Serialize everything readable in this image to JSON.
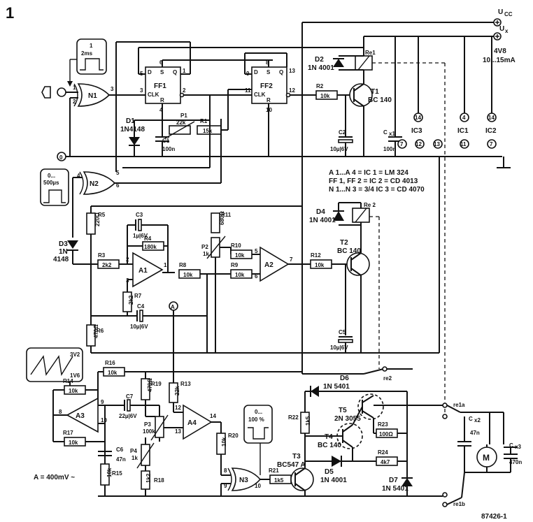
{
  "figure": {
    "number": "1",
    "code": "87426-1"
  },
  "supply": {
    "ucc": "U",
    "ucc_sub": "CC",
    "ux": "U",
    "ux_sub": "x",
    "voltage": "4V8",
    "current": "10...15mA"
  },
  "pulses": {
    "top": {
      "value": "1",
      "unit": "2ms"
    },
    "mid": {
      "value": "0...",
      "unit": "500µs"
    },
    "right": {
      "value": "0...",
      "unit": "100 %"
    },
    "saw": {
      "max": "3V2",
      "min": "1V6"
    }
  },
  "gates": {
    "n1": "N1",
    "n2": "N2",
    "n3": "N3",
    "ff1": "FF1",
    "ff2": "FF2",
    "a1": "A1",
    "a2": "A2",
    "a3": "A3",
    "a4": "A4",
    "ic3": "IC3",
    "ic1": "IC1",
    "ic2": "IC2",
    "clk": "CLK",
    "d": "D",
    "s": "S",
    "r": "R",
    "q": "Q"
  },
  "pins": {
    "n1_in1": "1",
    "n1_in2": "2",
    "n1_out": "3",
    "n2_in1": "4",
    "n2_in2": "5",
    "n2_out": "6",
    "n3_in1": "8",
    "n3_in2": "9",
    "n3_out": "10",
    "ff1_d": "5",
    "ff1_clk": "3",
    "ff1_q": "1",
    "ff1_qn": "2",
    "ff1_r": "4",
    "ff1_s": "6",
    "ff2_d": "9",
    "ff2_clk": "11",
    "ff2_q": "13",
    "ff2_qn": "12",
    "ff2_r": "10",
    "ff2_s": "8",
    "a1_inp": "2",
    "a1_inn": "3",
    "a1_out": "1",
    "a2_inp": "5",
    "a2_inn": "6",
    "a2_out": "7",
    "a3_in1": "8",
    "a3_in2": "9",
    "a3_out": "10",
    "a4_in1": "12",
    "a4_in2": "13",
    "a4_out": "14",
    "ic3_vcc": "14",
    "ic1_vcc": "4",
    "ic2_vcc": "14",
    "gnd7a": "7",
    "gnd12": "12",
    "gnd13": "13",
    "gnd11": "11",
    "gnd7b": "7"
  },
  "components": {
    "r1": "R1",
    "r1v": "15k",
    "p1": "P1",
    "p1v": "22k",
    "c1": "C1",
    "c1v": "100n",
    "d1": "D1",
    "d1v": "1N4148",
    "r2": "R2",
    "r2v": "10k",
    "c2": "C2",
    "c2v": "10µ|6V",
    "d2": "D2",
    "d2v": "1N 4001",
    "t1": "T1",
    "t1v": "BC 140",
    "re1": "Re1",
    "re2": "Re 2",
    "cx1": "C",
    "cx1s": "x1",
    "cx1v": "100n",
    "d3": "D3",
    "d3v1": "1N",
    "d3v2": "4148",
    "r3": "R3",
    "r3v": "2k2",
    "r4": "R4",
    "r4v": "180k",
    "c3": "C3",
    "c3v": "1µ|6V",
    "r5": "R5",
    "r5v": "220Ω",
    "r6": "R6",
    "r6v": "470Ω",
    "r7": "R7",
    "r7v": "2k2",
    "c4": "C4",
    "c4v": "10µ|6V",
    "r8": "R8",
    "r8v": "10k",
    "r9": "R9",
    "r9v": "10k",
    "r10": "R10",
    "r10v": "10k",
    "r11": "R11",
    "r11v": "680Ω",
    "p2": "P2",
    "p2v": "1k",
    "r12": "R12",
    "r12v": "10k",
    "d4": "D4",
    "d4v": "1N 4001",
    "t2": "T2",
    "t2v": "BC 140",
    "c5": "C5",
    "c5v": "10µ|6V",
    "r13": "R13",
    "r13v": "22k",
    "r14": "R14",
    "r14v": "10k",
    "r15": "R15",
    "r15v": "10k",
    "r16": "R16",
    "r16v": "10k",
    "r17": "R17",
    "r17v": "10k",
    "r18": "R18",
    "r18v": "1k2",
    "r19": "R19",
    "r19v": "470Ω",
    "r20": "R20",
    "r20v": "10k",
    "r21": "R21",
    "r21v": "1k5",
    "r22": "R22",
    "r22v": "1k5",
    "r23": "R23",
    "r23v": "100Ω",
    "r24": "R24",
    "r24v": "4k7",
    "c6": "C6",
    "c6v": "47n",
    "c7": "C7",
    "c7v": "22µ|6V",
    "p3": "P3",
    "p3v": "100k",
    "p4": "P4",
    "p4v": "1k",
    "t3": "T3",
    "t3v": "BC547 A",
    "t4": "T4",
    "t4v": "BC 140",
    "t5": "T5",
    "t5v": "2N 3055",
    "d5": "D5",
    "d5v": "1N 4001",
    "d6": "D6",
    "d6v": "1N 5401",
    "d7": "D7",
    "d7v": "1N 5401",
    "cx2": "C",
    "cx2s": "x2",
    "cx2v": "47n",
    "cx3": "C",
    "cx3s": "x3",
    "cx3v": "470n",
    "motor": "M",
    "re1a": "re1a",
    "re1b": "re1b",
    "re2s": "re2",
    "node_a": "A",
    "gnd0a": "0",
    "gnd0b": "0"
  },
  "legend": {
    "line1": "A 1...A 4 =      IC 1 = LM 324",
    "line2": "FF 1, FF 2 =      IC 2 = CD 4013",
    "line3": "N 1...N 3 = 3/4 IC 3 = CD 4070"
  },
  "note": "A = 400mV ~"
}
